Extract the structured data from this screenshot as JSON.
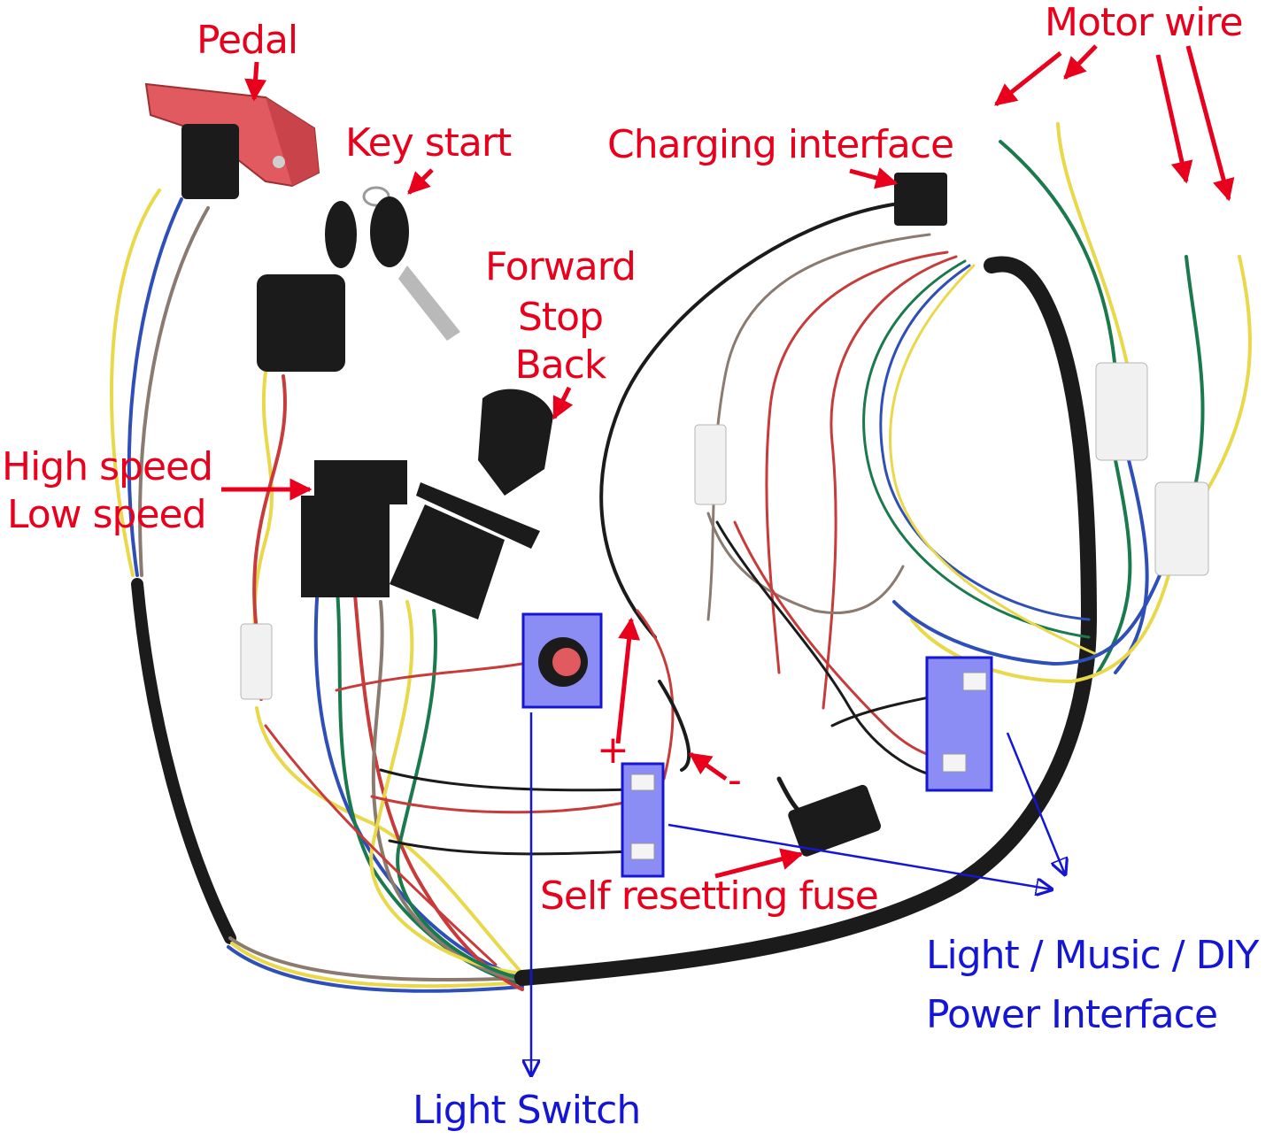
{
  "labels": {
    "pedal": "Pedal",
    "key_start": "Key start",
    "motor_wire": "Motor wire",
    "charging_interface": "Charging interface",
    "forward": "Forward",
    "stop": "Stop",
    "back": "Back",
    "high_speed": "High speed",
    "low_speed": "Low speed",
    "plus_sign": "+",
    "minus_sign": "-",
    "self_resetting_fuse": "Self resetting fuse",
    "light_music_diy": "Light / Music / DIY",
    "power_interface": "Power Interface",
    "light_switch": "Light Switch"
  },
  "colors": {
    "label_red": "#e8001c",
    "label_blue": "#1515d6",
    "highlight_box": "#8c8cf5",
    "wire_yellow": "#e8d84a",
    "wire_green": "#1a7a4e",
    "wire_blue": "#2e4fb8",
    "wire_red": "#c83b3b",
    "wire_black": "#1b1b1b",
    "wire_brown": "#8a7a70",
    "pedal_red": "#e05a5f"
  }
}
